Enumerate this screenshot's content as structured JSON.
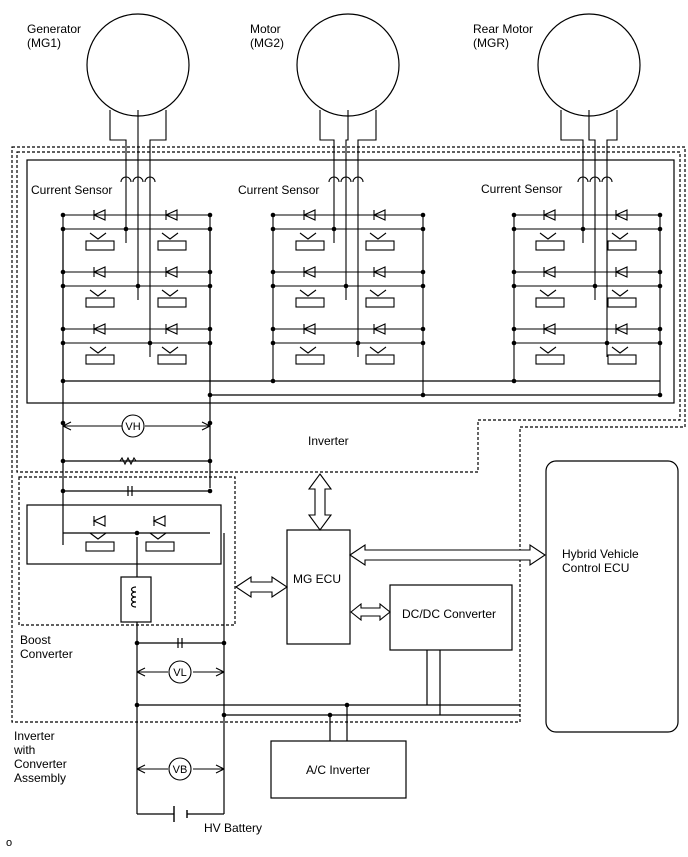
{
  "generator": {
    "line1": "Generator",
    "line2": "(MG1)"
  },
  "motor": {
    "line1": "Motor",
    "line2": "(MG2)"
  },
  "rear_motor": {
    "line1": "Rear Motor",
    "line2": "(MGR)"
  },
  "current_sensor_label": "Current Sensor",
  "inverter_label": "Inverter",
  "boost_converter": {
    "line1": "Boost",
    "line2": "Converter"
  },
  "assembly": {
    "line1": "Inverter",
    "line2": "with",
    "line3": "Converter",
    "line4": "Assembly"
  },
  "mg_ecu": "MG ECU",
  "dcdc": "DC/DC Converter",
  "hv_ecu": {
    "line1": "Hybrid Vehicle",
    "line2": "Control ECU"
  },
  "ac_inverter": "A/C Inverter",
  "hv_battery": "HV Battery",
  "voltage_labels": {
    "vh": "VH",
    "vl": "VL",
    "vb": "VB"
  },
  "footer_mark": "o"
}
